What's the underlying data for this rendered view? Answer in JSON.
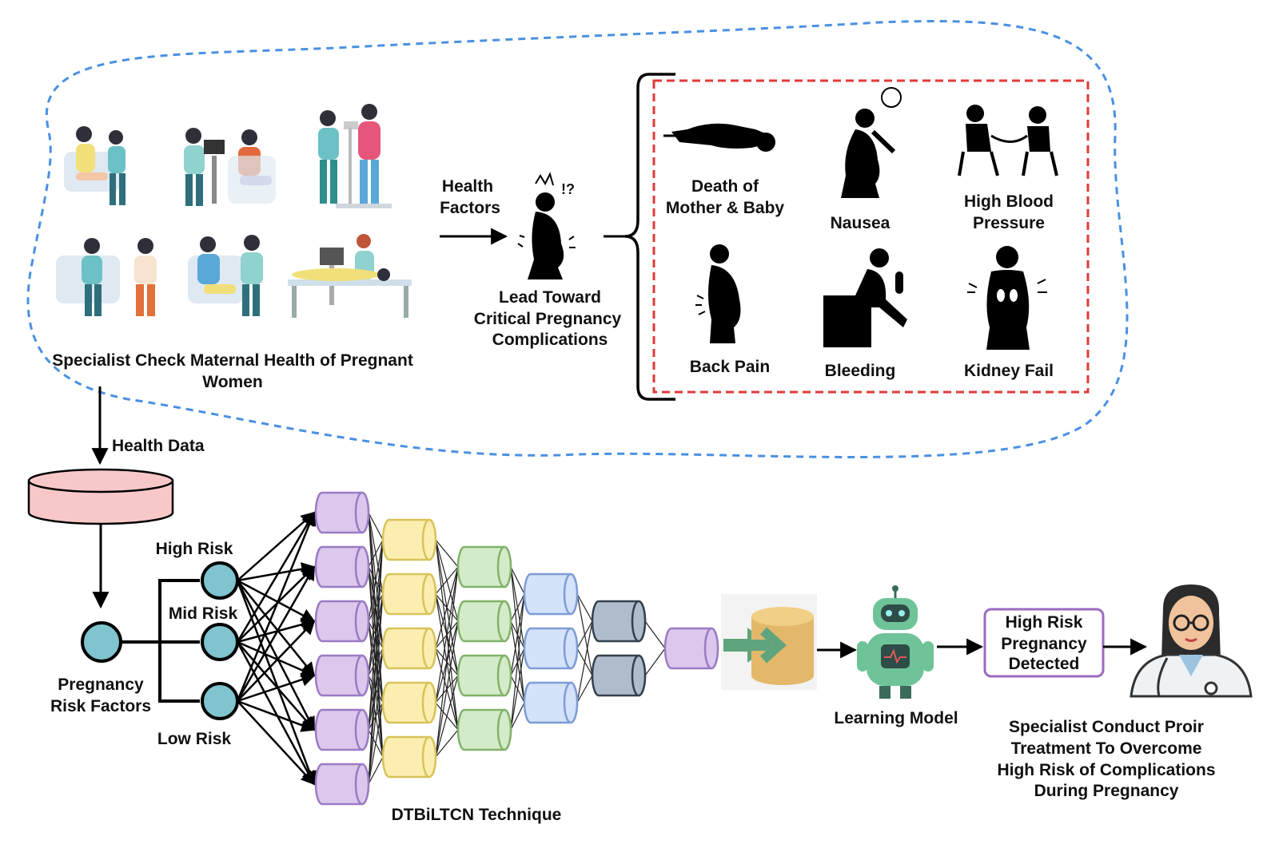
{
  "checkup_caption": {
    "line1": "Specialist Check Maternal Health of Pregnant",
    "line2": "Women"
  },
  "health_factors": {
    "line1": "Health",
    "line2": "Factors"
  },
  "complication_caption": {
    "line1": "Lead Toward",
    "line2": "Critical Pregnancy",
    "line3": "Complications"
  },
  "complications": [
    {
      "line1": "Death of",
      "line2": "Mother & Baby",
      "icon": "lying-figure-icon"
    },
    {
      "line1": "Nausea",
      "line2": "",
      "icon": "nausea-figure-icon"
    },
    {
      "line1": "High Blood",
      "line2": "Pressure",
      "icon": "blood-pressure-icon"
    },
    {
      "line1": "Back Pain",
      "line2": "",
      "icon": "back-pain-figure-icon"
    },
    {
      "line1": "Bleeding",
      "line2": "",
      "icon": "bleeding-figure-icon"
    },
    {
      "line1": "Kidney Fail",
      "line2": "",
      "icon": "kidney-figure-icon"
    }
  ],
  "health_data_label": "Health Data",
  "risk": {
    "high": "High Risk",
    "mid": "Mid Risk",
    "low": "Low Risk",
    "factors_line1": "Pregnancy",
    "factors_line2": "Risk Factors"
  },
  "technique_label": "DTBiLTCN Technique",
  "learning_model_label": "Learning Model",
  "detected_box": {
    "line1": "High Risk",
    "line2": "Pregnancy",
    "line3": "Detected"
  },
  "treatment_caption": {
    "line1": "Specialist Conduct Proir",
    "line2": "Treatment To Overcome",
    "line3": "High Risk of Complications",
    "line4": "During Pregnancy"
  },
  "colors": {
    "dashed_blue": "#4a90e2",
    "dashed_red": "#e03a3a",
    "database_pink": "#f8c8c8",
    "risk_node": "#7fc4cf",
    "layer_purple": "#dcc8ec",
    "layer_yellow": "#fbeeb0",
    "layer_green": "#d3ebc8",
    "layer_blue": "#d4e2fa",
    "layer_slate": "#aebccc",
    "model_db": "#e3b86a",
    "arrow_green": "#5fa47d",
    "detected_border": "#9b6bc2"
  }
}
